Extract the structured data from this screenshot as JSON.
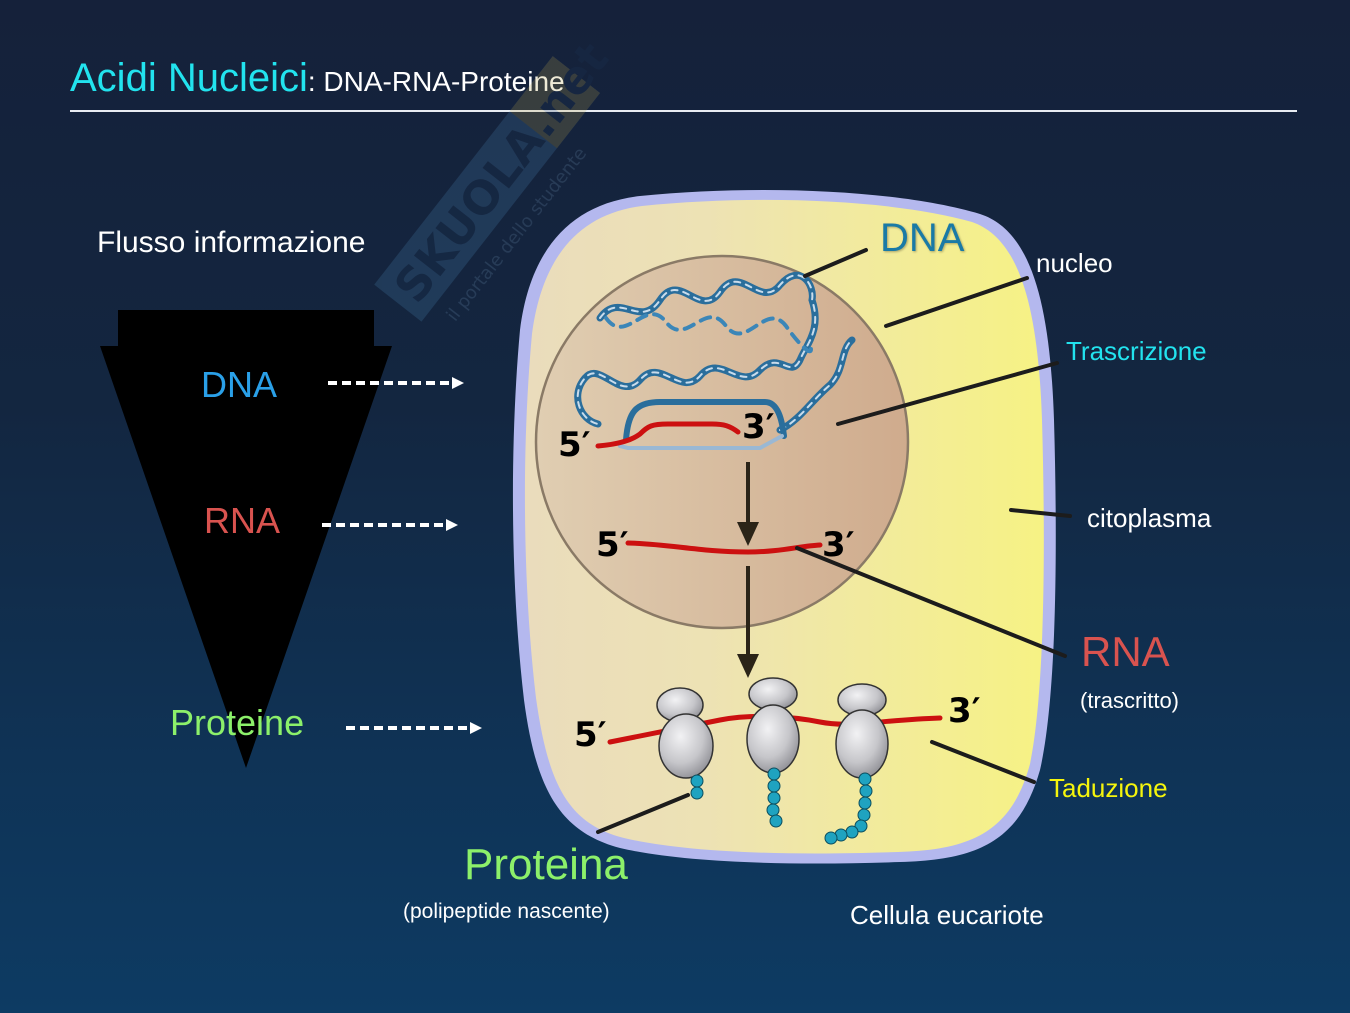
{
  "title": {
    "main": "Acidi Nucleici",
    "sub": ": DNA-RNA-Proteine"
  },
  "watermark": {
    "brand": "SKUOLA.net",
    "tagline": "il portale dello studente"
  },
  "flow": {
    "heading": "Flusso informazione",
    "items": [
      {
        "label": "DNA",
        "color": "#2aa0e8"
      },
      {
        "label": "RNA",
        "color": "#d9534f"
      },
      {
        "label": "Proteine",
        "color": "#8cf06a"
      }
    ]
  },
  "cell": {
    "labels": {
      "dna": "DNA",
      "nucleo": "nucleo",
      "trascrizione": "Trascrizione",
      "citoplasma": "citoplasma",
      "rna": "RNA",
      "rna_note": "(trascritto)",
      "traduzione": "Taduzione",
      "proteina": "Proteina",
      "proteina_note": "(polipeptide nascente)",
      "cell_type": "Cellula eucariote"
    },
    "ends": {
      "five_prime": "5′",
      "three_prime": "3′"
    },
    "colors": {
      "membrane": "#b4b8ee",
      "cytoplasm_left": "#ecdcb8",
      "cytoplasm_right": "#f4f08a",
      "nucleus": "#d7bc9f",
      "dna_strand": "#2a6e9c",
      "rna_strand": "#cc1010",
      "ribosome": "#c4c4c8",
      "amino_acid": "#1fa3c0"
    }
  }
}
